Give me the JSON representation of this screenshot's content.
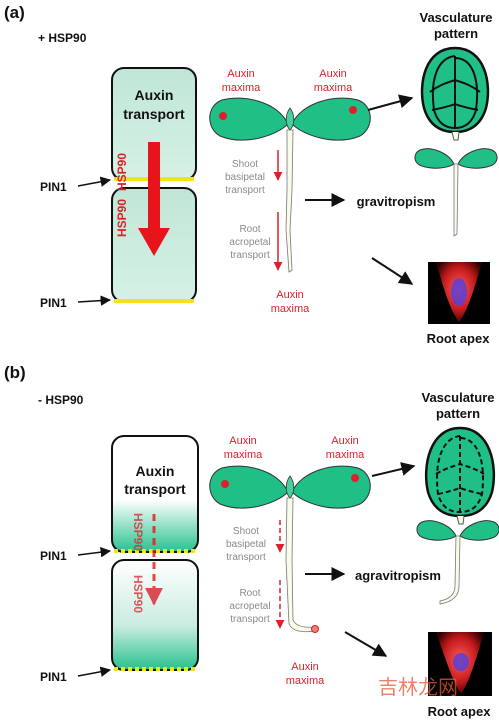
{
  "panel_a": {
    "label": "(a)",
    "condition": "+ HSP90",
    "cell_title_1": "Auxin",
    "cell_title_2": "transport",
    "hsp_label": "HSP90",
    "pin_label": "PIN1",
    "auxin_1": "Auxin",
    "maxima": "maxima",
    "shoot_1": "Shoot",
    "shoot_2": "basipetal",
    "shoot_3": "transport",
    "root_1": "Root",
    "root_2": "acropetal",
    "root_3": "transport",
    "vasc_1": "Vasculature",
    "vasc_2": "pattern",
    "tropism": "gravitropism",
    "root_apex": "Root apex"
  },
  "panel_b": {
    "label": "(b)",
    "condition": "- HSP90",
    "cell_title_1": "Auxin",
    "cell_title_2": "transport",
    "hsp_label": "HSP90",
    "pin_label": "PIN1",
    "auxin_1": "Auxin",
    "maxima": "maxima",
    "shoot_1": "Shoot",
    "shoot_2": "basipetal",
    "shoot_3": "transport",
    "root_1": "Root",
    "root_2": "acropetal",
    "root_3": "transport",
    "vasc_1": "Vasculature",
    "vasc_2": "pattern",
    "tropism": "agravitropism",
    "root_apex": "Root apex"
  },
  "watermark": "吉林龙网",
  "colors": {
    "accent_red": "#d9222a",
    "leaf_green": "#1fbf86",
    "cell_green": "#c9ece0",
    "pin_yellow": "#f4e31a"
  }
}
